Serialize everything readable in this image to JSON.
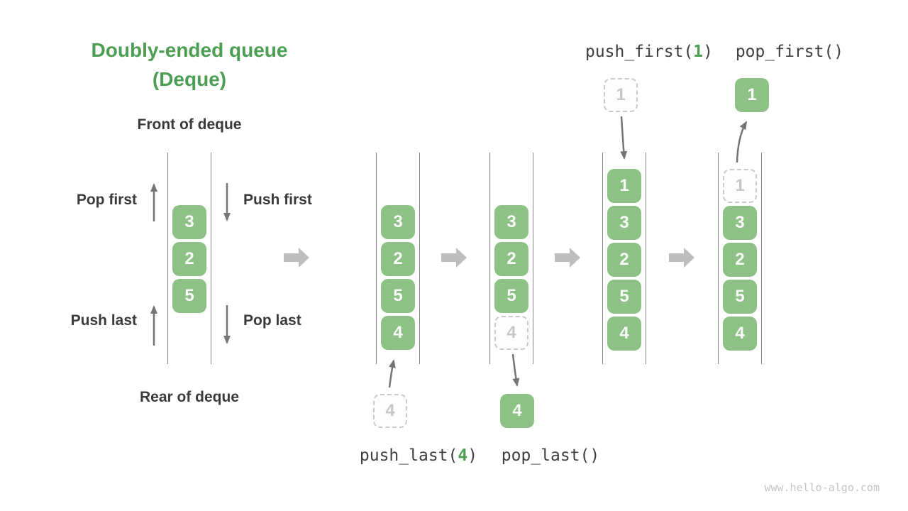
{
  "title": {
    "line1": "Doubly-ended queue",
    "line2": "(Deque)"
  },
  "labels": {
    "front": "Front of deque",
    "rear": "Rear of deque",
    "pop_first": "Pop first",
    "push_first": "Push first",
    "push_last": "Push last",
    "pop_last": "Pop last"
  },
  "code": {
    "push_first": {
      "pre": "push_first(",
      "arg": "1",
      "post": ")"
    },
    "pop_first": {
      "pre": "pop_first()",
      "arg": "",
      "post": ""
    },
    "push_last": {
      "pre": "push_last(",
      "arg": "4",
      "post": ")"
    },
    "pop_last": {
      "pre": "pop_last()",
      "arg": "",
      "post": ""
    }
  },
  "queues": [
    {
      "name": "deque-initial",
      "cells": [
        {
          "value": "3"
        },
        {
          "value": "2"
        },
        {
          "value": "5"
        }
      ]
    },
    {
      "name": "deque-after-push-last",
      "cells": [
        {
          "value": "3"
        },
        {
          "value": "2"
        },
        {
          "value": "5"
        },
        {
          "value": "4"
        }
      ]
    },
    {
      "name": "deque-during-pop-last",
      "cells": [
        {
          "value": "3"
        },
        {
          "value": "2"
        },
        {
          "value": "5"
        },
        {
          "value": "4",
          "ghost": true
        }
      ]
    },
    {
      "name": "deque-after-push-first",
      "cells": [
        {
          "value": "1"
        },
        {
          "value": "3"
        },
        {
          "value": "2"
        },
        {
          "value": "5"
        },
        {
          "value": "4"
        }
      ]
    },
    {
      "name": "deque-during-pop-first",
      "cells": [
        {
          "value": "1",
          "ghost": true
        },
        {
          "value": "3"
        },
        {
          "value": "2"
        },
        {
          "value": "5"
        },
        {
          "value": "4"
        }
      ]
    }
  ],
  "floaters": {
    "push_last_value": "4",
    "pop_last_value": "4",
    "push_first_value": "1",
    "pop_first_value": "1"
  },
  "watermark": "www.hello-algo.com",
  "colors": {
    "accent_green": "#4C9E52",
    "cell_green": "#8DC186",
    "cell_text": "#FAFAFA",
    "label_dark": "#3A3A3A",
    "code_dark": "#3F3F3F",
    "arrow_gray": "#757575",
    "flow_arrow_gray": "#BEBEBE",
    "ghost_border_gray": "#C9C9C9",
    "wall_gray": "#828282",
    "watermark_gray": "#C4C4C4"
  }
}
